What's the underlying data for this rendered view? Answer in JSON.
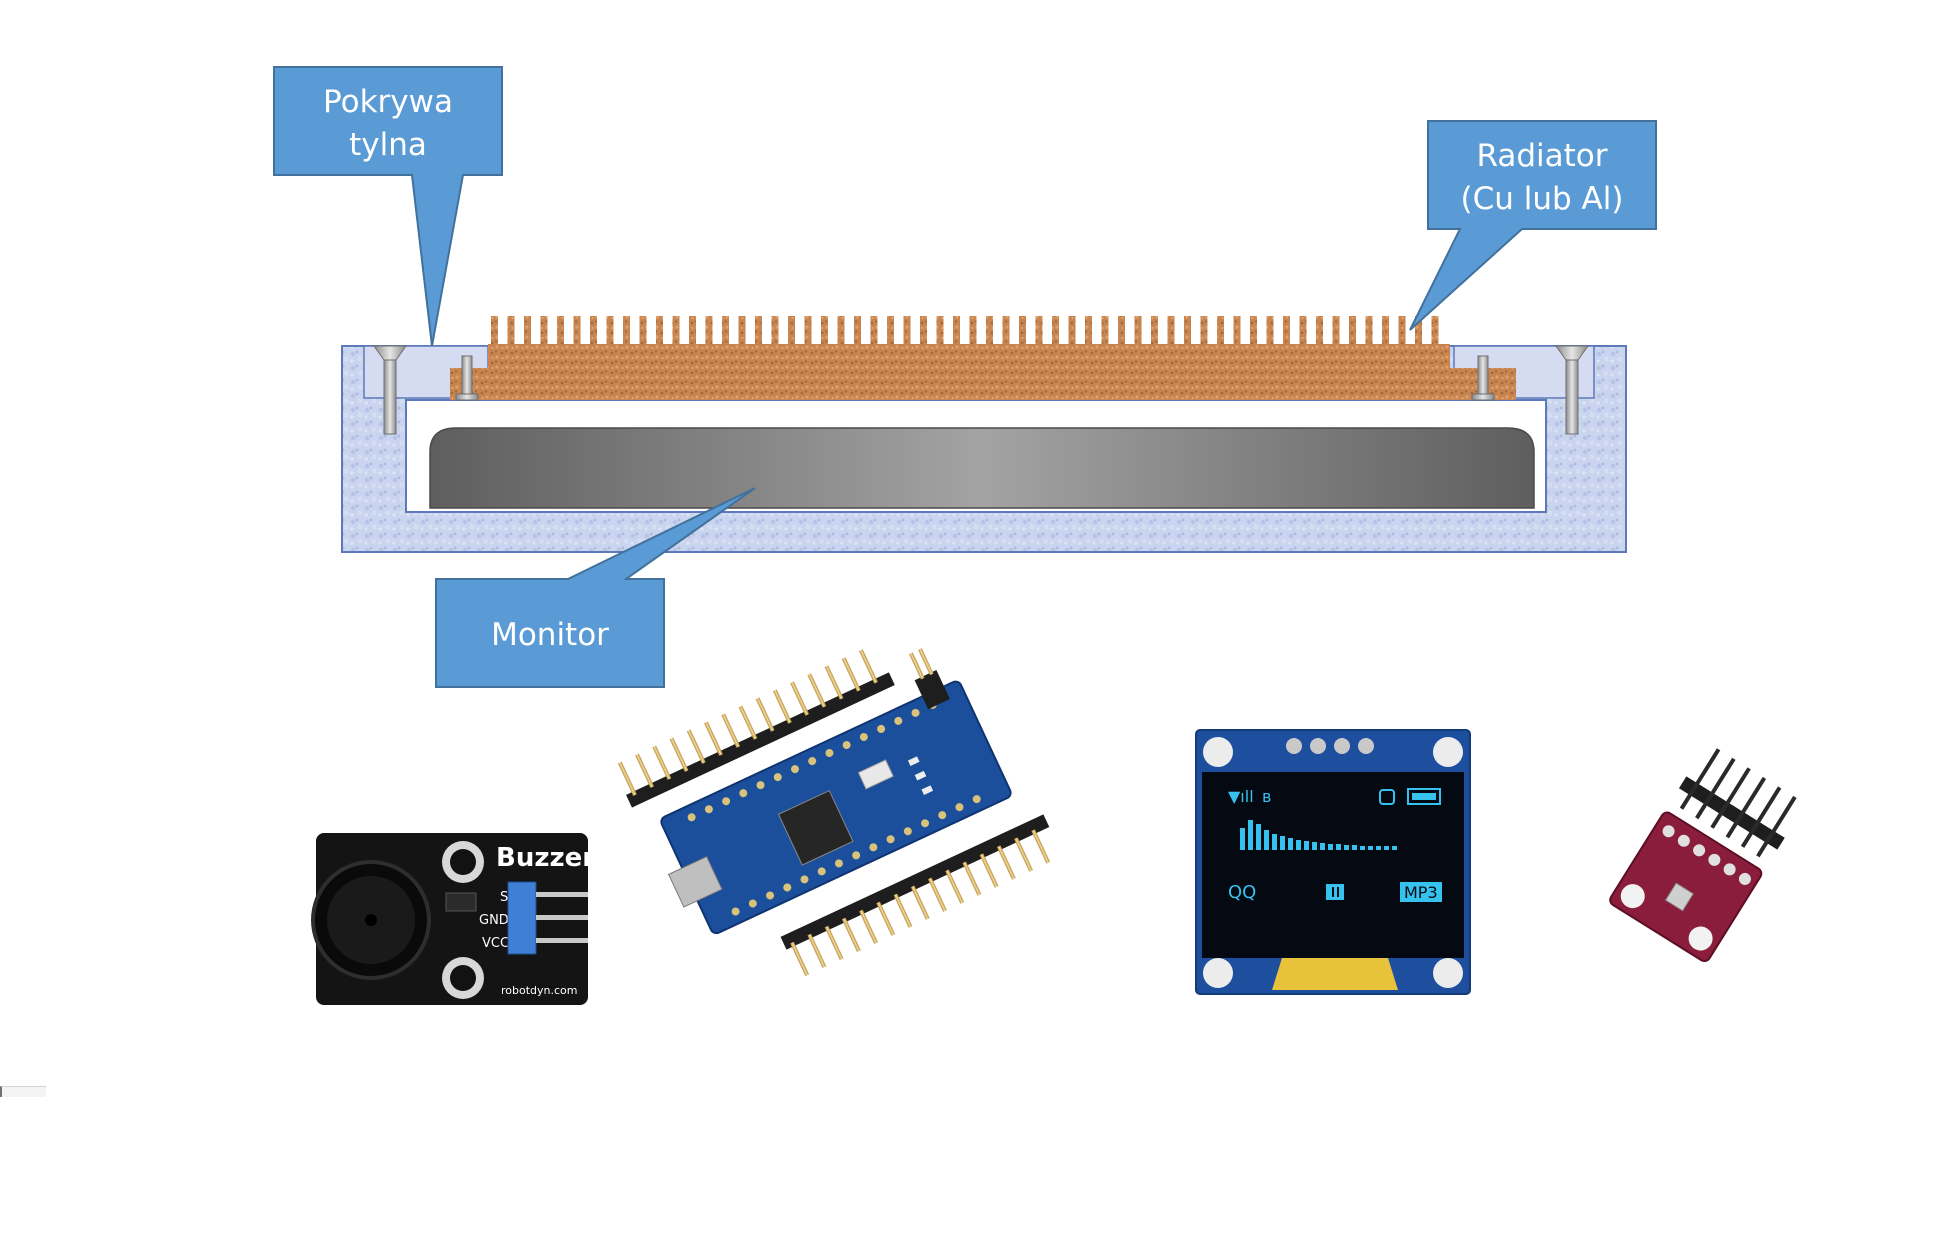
{
  "callouts": {
    "back_cover": {
      "line1": "Pokrywa",
      "line2": "tylna"
    },
    "radiator": {
      "line1": "Radiator",
      "line2": "(Cu lub Al)"
    },
    "monitor": {
      "label": "Monitor"
    }
  },
  "buzzer_module": {
    "title": "Buzzer",
    "pin_s": "S",
    "pin_gnd": "GND",
    "pin_vcc": "VCC",
    "brand": "robotdyn.com"
  },
  "oled_display": {
    "label_left": "QQ",
    "label_right": "MP3"
  },
  "colors": {
    "callout_fill": "#5b9bd5",
    "callout_border": "#41719c",
    "copper": "#c8834f",
    "housing": "#c7d3ee",
    "monitor": "#7a7a7a",
    "pcb_blue": "#1b4f9c",
    "oled_text": "#36c2ee",
    "sensor_pcb": "#8b1d3c"
  }
}
